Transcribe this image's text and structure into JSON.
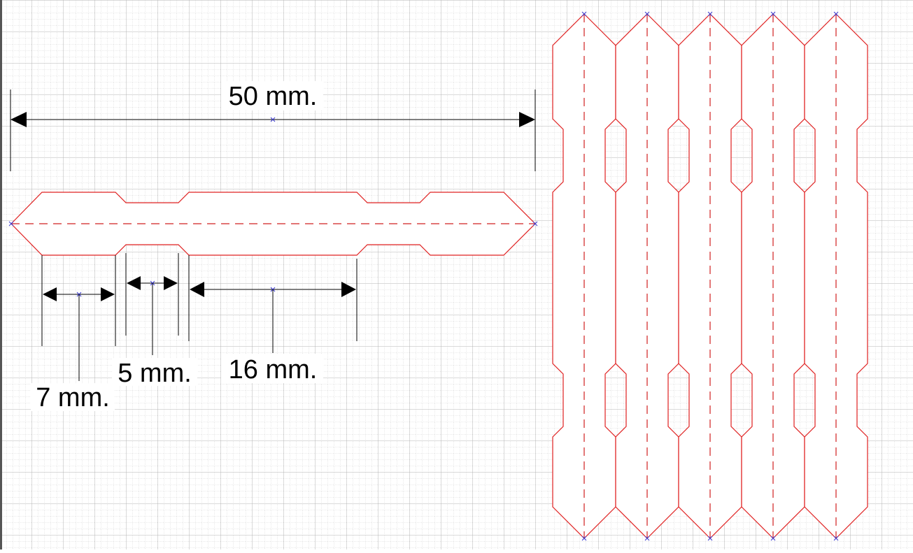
{
  "colors": {
    "background": "#ffffff",
    "grid_minor": "#d6d6d6",
    "grid_major": "#b4b4b4",
    "outline": "#e02020",
    "fold_line": "#d02020",
    "dimension": "#000000",
    "point_marker": "#3a3ad0"
  },
  "dimensions": {
    "total_length": "50 mm.",
    "segment_a": "7 mm.",
    "segment_b": "5 mm.",
    "segment_c": "16 mm."
  },
  "strip_count": 5
}
